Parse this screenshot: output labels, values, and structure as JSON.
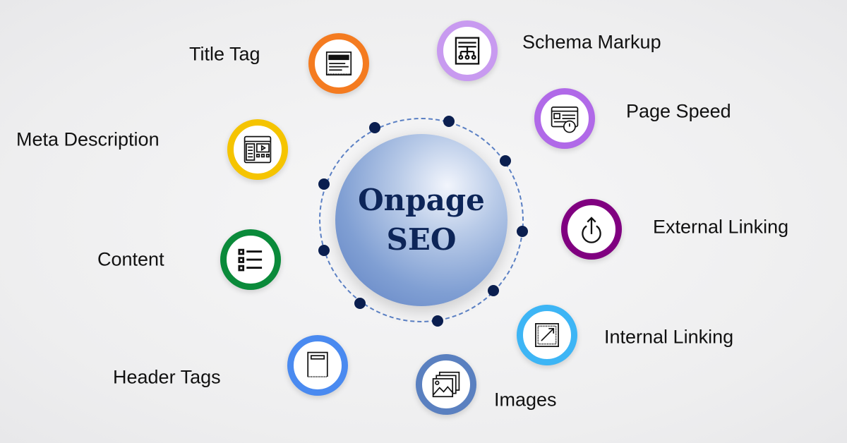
{
  "center": {
    "line1": "Onpage",
    "line2": "SEO"
  },
  "items": [
    {
      "label": "Title Tag",
      "icon": "title-tag-icon",
      "color": "#f47b20"
    },
    {
      "label": "Schema Markup",
      "icon": "schema-markup-icon",
      "color": "#c89af0"
    },
    {
      "label": "Page Speed",
      "icon": "page-speed-icon",
      "color": "#b069e8"
    },
    {
      "label": "Meta Description",
      "icon": "meta-description-icon",
      "color": "#f5c400"
    },
    {
      "label": "External Linking",
      "icon": "external-link-icon",
      "color": "#800080"
    },
    {
      "label": "Content",
      "icon": "content-list-icon",
      "color": "#0a8a3a"
    },
    {
      "label": "Internal Linking",
      "icon": "internal-link-icon",
      "color": "#3db5f5"
    },
    {
      "label": "Header Tags",
      "icon": "header-tag-icon",
      "color": "#4a8af0"
    },
    {
      "label": "Images",
      "icon": "images-icon",
      "color": "#5a80c0"
    }
  ]
}
